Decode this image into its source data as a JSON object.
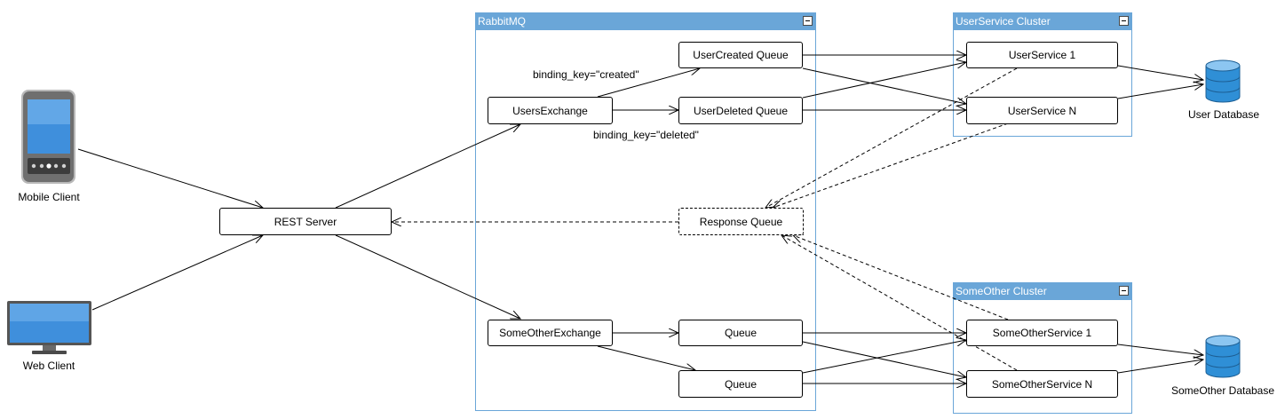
{
  "containers": {
    "rabbitmq": {
      "title": "RabbitMQ"
    },
    "userservice_cluster": {
      "title": "UserService Cluster"
    },
    "someother_cluster": {
      "title": "SomeOther Cluster"
    }
  },
  "nodes": {
    "rest_server": "REST Server",
    "users_exchange": "UsersExchange",
    "usercreated_queue": "UserCreated Queue",
    "userdeleted_queue": "UserDeleted Queue",
    "response_queue": "Response Queue",
    "someother_exchange": "SomeOtherExchange",
    "queue_1": "Queue",
    "queue_2": "Queue",
    "userservice_1": "UserService 1",
    "userservice_n": "UserService N",
    "someotherservice_1": "SomeOtherService 1",
    "someotherservice_n": "SomeOtherService N"
  },
  "edge_labels": {
    "binding_created": "binding_key=\"created\"",
    "binding_deleted": "binding_key=\"deleted\""
  },
  "clients": {
    "mobile": "Mobile Client",
    "web": "Web Client"
  },
  "databases": {
    "user": "User Database",
    "someother": "SomeOther Database"
  },
  "colors": {
    "container_accent": "#6aa6d8",
    "edge": "#000000",
    "database": "#2f8fd6"
  },
  "icons": {
    "mobile": "mobile-device-icon",
    "web": "desktop-monitor-icon",
    "database": "database-cylinder-icon"
  }
}
